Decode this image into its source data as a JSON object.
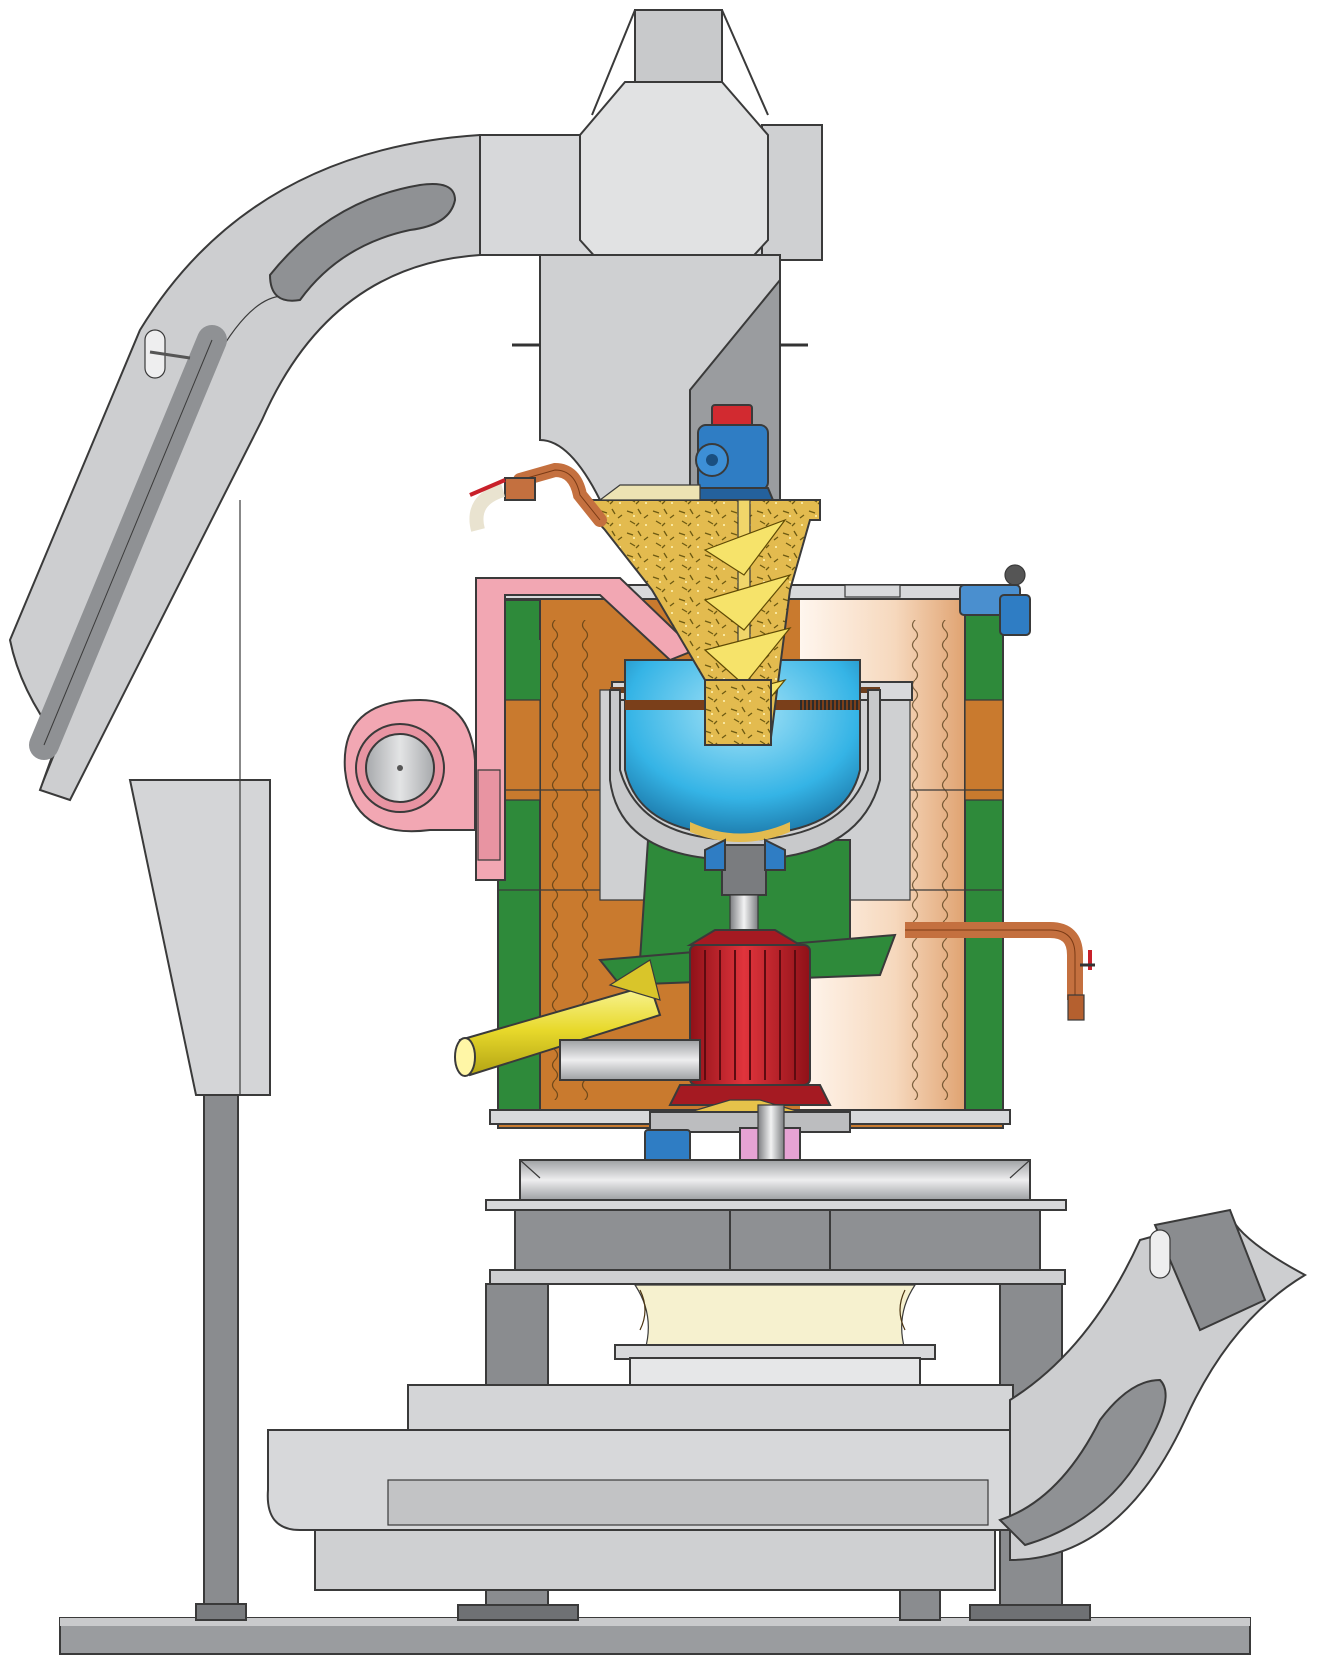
{
  "diagram": {
    "kind": "cutaway",
    "labels": [],
    "palette": {
      "steel": "#cfd0d2",
      "steel_dark": "#8e9093",
      "steel_light": "#e6e7e8",
      "housing_orange": "#c97a2e",
      "housing_light": "#fbeadb",
      "jacket_green": "#2e8a3a",
      "basket_blue": "#35b4e6",
      "chip_yellow": "#e6c24a",
      "motor_red": "#c8202a",
      "gearbox_blue": "#2f7dc4",
      "duct_pink": "#f2a7b3",
      "copper": "#c4703f",
      "yellow_trough": "#f5ea3a",
      "bag_cream": "#f6f1cf"
    },
    "components": [
      "infeed-chute",
      "top-hopper",
      "feed-bin",
      "gear-motor",
      "screw-feeder",
      "outer-housing",
      "centrifuge-basket",
      "main-motor",
      "fan-blower",
      "discharge-tube",
      "drain-pipe",
      "base-frame",
      "outlet-conveyor",
      "floor-plate"
    ]
  }
}
